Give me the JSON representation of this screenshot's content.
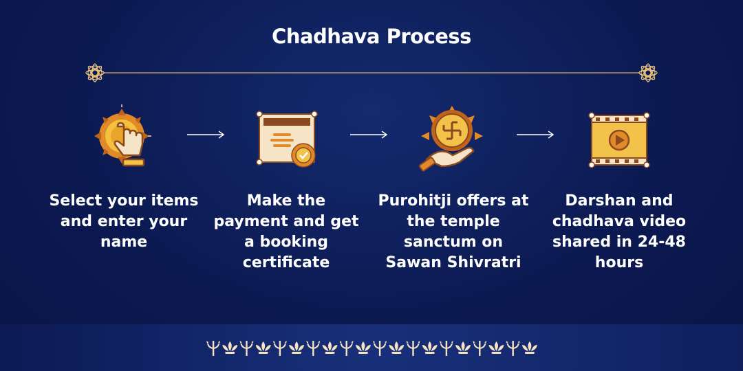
{
  "title": "Chadhava Process",
  "colors": {
    "background": "#0c1a52",
    "gold": "#f3c24a",
    "cream": "#f5e3c3",
    "brown": "#8a4a1d"
  },
  "steps": [
    {
      "icon": "pointing-hand-icon",
      "label": "Select your items and enter your name"
    },
    {
      "icon": "certificate-icon",
      "label": "Make the payment and get a booking certificate"
    },
    {
      "icon": "offering-hands-icon",
      "label": "Purohitji offers at the temple sanctum on Sawan Shivratri"
    },
    {
      "icon": "video-film-icon",
      "label": "Darshan and chadhava video shared in 24-48 hours"
    }
  ],
  "footer": {
    "motif_icon": "trishul-lotus-icon",
    "motif_count": 20
  }
}
